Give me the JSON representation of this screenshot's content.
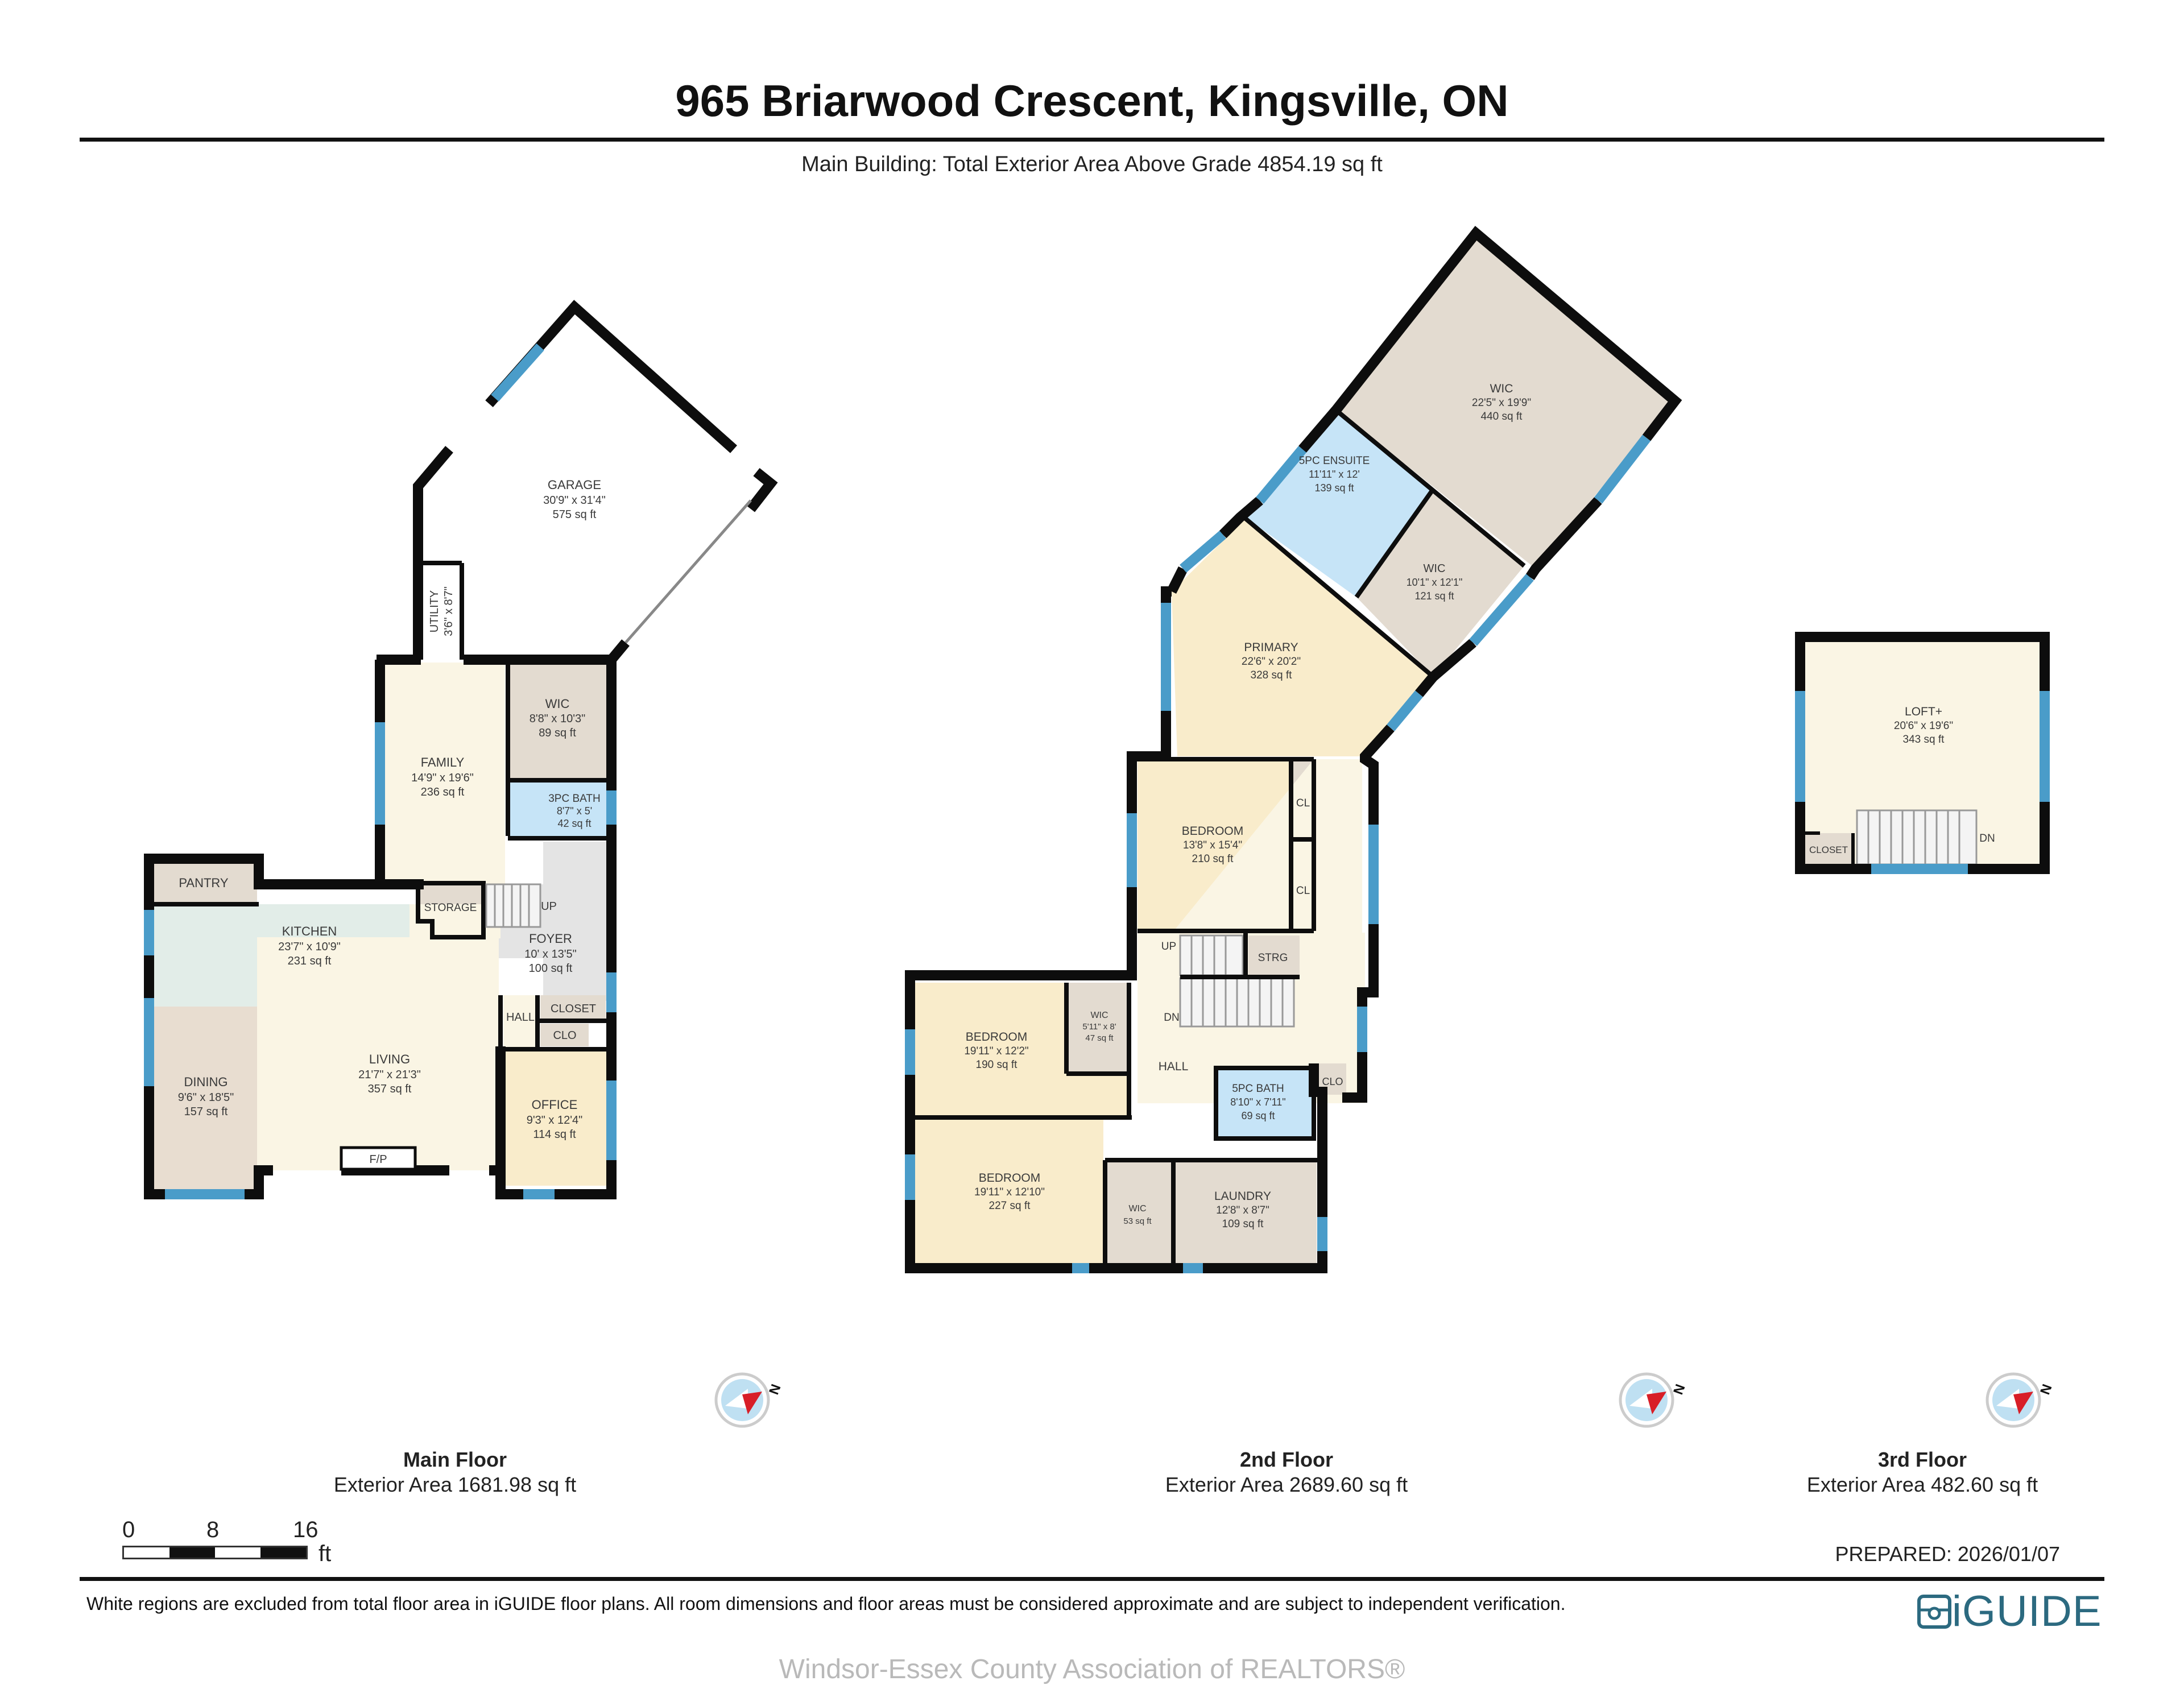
{
  "header": {
    "title": "965 Briarwood Crescent, Kingsville, ON",
    "subtitle": "Main Building: Total Exterior Area Above Grade 4854.19 sq ft"
  },
  "colors": {
    "wall": "#0d0d0d",
    "window": "#4a9cc9",
    "living_room": "#faf5e4",
    "bedroom": "#f9eccb",
    "closet": "#e3dbd0",
    "bath": "#c6e4f7",
    "kitchen": "#e2ede8",
    "foyer": "#e4e4e4",
    "logo": "#2c6a80",
    "compass_red": "#d81e27",
    "compass_blue": "#bfe0f2"
  },
  "floors": [
    {
      "name": "Main Floor",
      "area": "Exterior Area 1681.98 sq ft",
      "rooms": [
        {
          "name": "GARAGE",
          "dims": "30'9\" x 31'4\"",
          "area": "575 sq ft"
        },
        {
          "name": "UTILITY",
          "dims": "3'6\" x 8'7\"",
          "area": ""
        },
        {
          "name": "FAMILY",
          "dims": "14'9\" x 19'6\"",
          "area": "236 sq ft"
        },
        {
          "name": "WIC",
          "dims": "8'8\" x 10'3\"",
          "area": "89 sq ft"
        },
        {
          "name": "3PC BATH",
          "dims": "8'7\" x 5'",
          "area": "42 sq ft"
        },
        {
          "name": "PANTRY",
          "dims": "",
          "area": ""
        },
        {
          "name": "KITCHEN",
          "dims": "23'7\" x 10'9\"",
          "area": "231 sq ft"
        },
        {
          "name": "STORAGE",
          "dims": "",
          "area": ""
        },
        {
          "name": "FOYER",
          "dims": "10' x 13'5\"",
          "area": "100 sq ft"
        },
        {
          "name": "DINING",
          "dims": "9'6\" x 18'5\"",
          "area": "157 sq ft"
        },
        {
          "name": "LIVING",
          "dims": "21'7\" x 21'3\"",
          "area": "357 sq ft"
        },
        {
          "name": "HALL",
          "dims": "",
          "area": ""
        },
        {
          "name": "CLOSET",
          "dims": "",
          "area": ""
        },
        {
          "name": "CLO",
          "dims": "",
          "area": ""
        },
        {
          "name": "OFFICE",
          "dims": "9'3\" x 12'4\"",
          "area": "114 sq ft"
        }
      ],
      "markers": {
        "stairs": "UP",
        "fireplace": "F/P"
      }
    },
    {
      "name": "2nd Floor",
      "area": "Exterior Area 2689.60 sq ft",
      "rooms": [
        {
          "name": "WIC",
          "dims": "22'5\" x 19'9\"",
          "area": "440 sq ft"
        },
        {
          "name": "5PC ENSUITE",
          "dims": "11'11\" x 12'",
          "area": "139 sq ft"
        },
        {
          "name": "WIC",
          "dims": "10'1\" x 12'1\"",
          "area": "121 sq ft"
        },
        {
          "name": "PRIMARY",
          "dims": "22'6\" x 20'2\"",
          "area": "328 sq ft"
        },
        {
          "name": "BEDROOM",
          "dims": "13'8\" x 15'4\"",
          "area": "210 sq ft"
        },
        {
          "name": "CL",
          "dims": "",
          "area": ""
        },
        {
          "name": "CL",
          "dims": "",
          "area": ""
        },
        {
          "name": "STRG",
          "dims": "",
          "area": ""
        },
        {
          "name": "BEDROOM",
          "dims": "19'11\" x 12'2\"",
          "area": "190 sq ft"
        },
        {
          "name": "WIC",
          "dims": "5'11\" x 8'",
          "area": "47 sq ft"
        },
        {
          "name": "HALL",
          "dims": "",
          "area": ""
        },
        {
          "name": "5PC BATH",
          "dims": "8'10\" x 7'11\"",
          "area": "69 sq ft"
        },
        {
          "name": "CLO",
          "dims": "",
          "area": ""
        },
        {
          "name": "BEDROOM",
          "dims": "19'11\" x 12'10\"",
          "area": "227 sq ft"
        },
        {
          "name": "WIC",
          "dims": "",
          "area": "53 sq ft"
        },
        {
          "name": "LAUNDRY",
          "dims": "12'8\" x 8'7\"",
          "area": "109 sq ft"
        }
      ],
      "markers": {
        "stairs_up": "UP",
        "stairs_down": "DN"
      }
    },
    {
      "name": "3rd Floor",
      "area": "Exterior Area 482.60 sq ft",
      "rooms": [
        {
          "name": "LOFT+",
          "dims": "20'6\" x 19'6\"",
          "area": "343 sq ft"
        },
        {
          "name": "CLOSET",
          "dims": "",
          "area": ""
        }
      ],
      "markers": {
        "stairs_down": "DN"
      }
    }
  ],
  "compass": {
    "north_label": "N"
  },
  "scale_bar": {
    "ticks": [
      "0",
      "8",
      "16"
    ],
    "unit": "ft"
  },
  "prepared": "PREPARED: 2026/01/07",
  "footer": {
    "disclaimer": "White regions are excluded from total floor area in iGUIDE floor plans. All room dimensions and floor areas must be considered approximate and are subject to independent verification.",
    "logo_text": "iGUIDE",
    "watermark": "Windsor-Essex County Association of REALTORS®"
  }
}
